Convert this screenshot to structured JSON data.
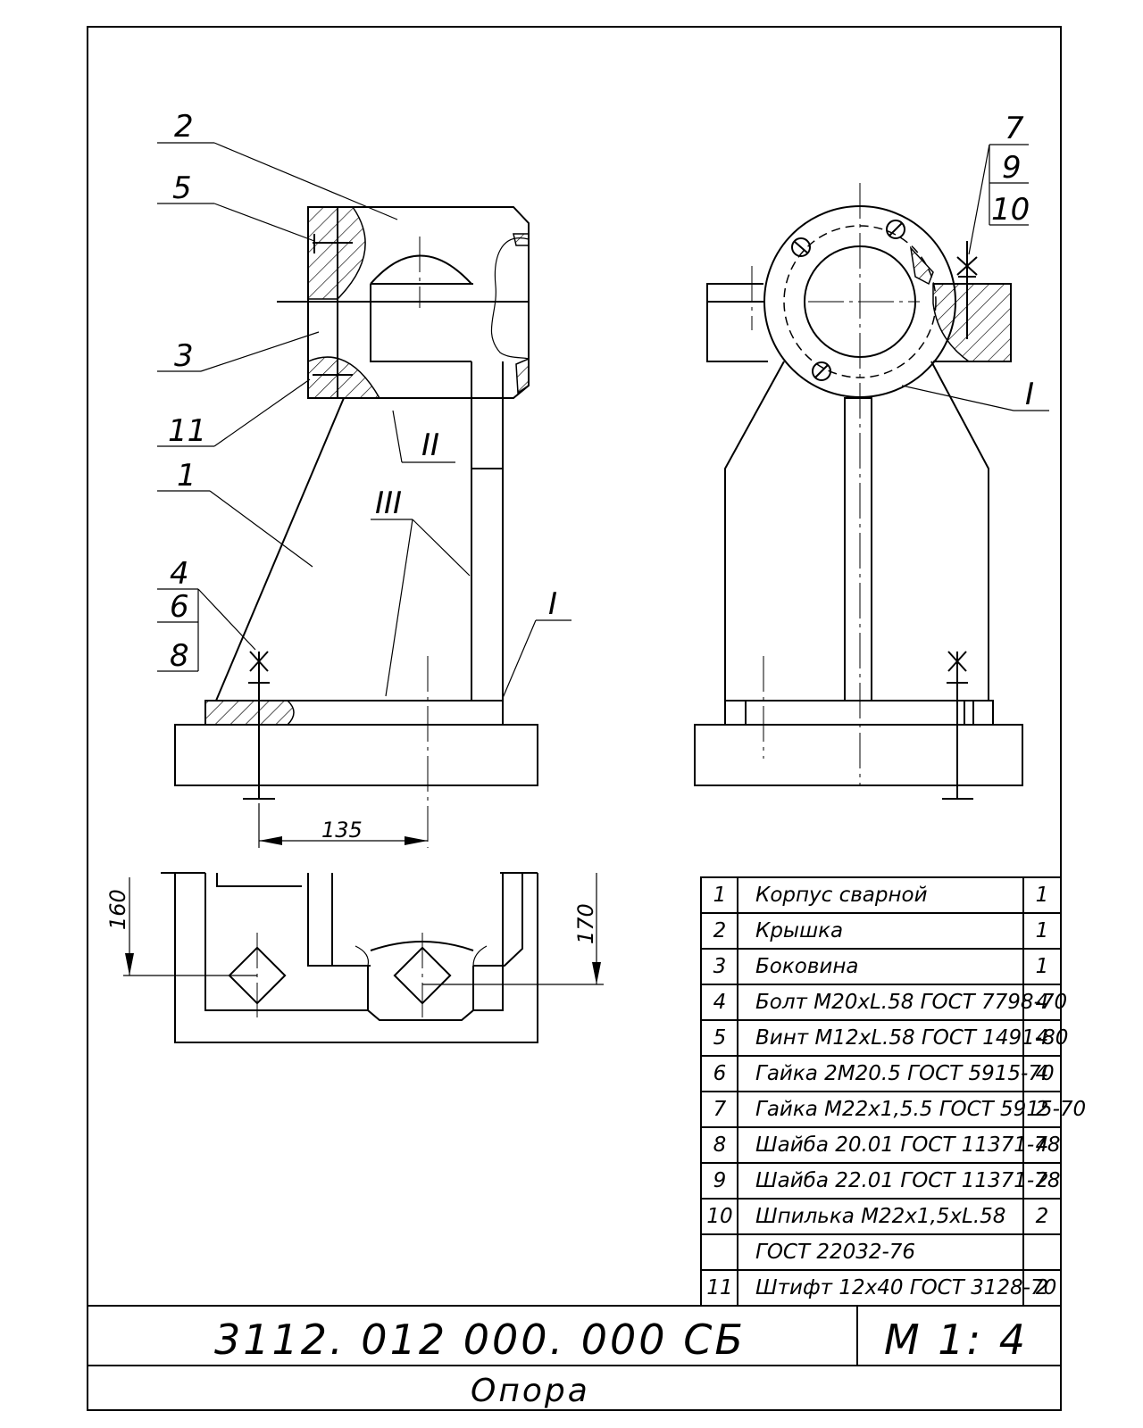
{
  "views": {
    "front": {
      "labels": {
        "p2": "2",
        "p5": "5",
        "p3": "3",
        "p11": "11",
        "p1": "1",
        "p4": "4",
        "p6": "6",
        "p8": "8",
        "weld1": "I",
        "weld2": "II",
        "weld3": "III"
      },
      "dimension": "135"
    },
    "side": {
      "labels": {
        "p7": "7",
        "p9": "9",
        "p10": "10",
        "weld1": "I"
      }
    },
    "bottom": {
      "dim_left": "160",
      "dim_right": "170"
    }
  },
  "bom": {
    "rows": [
      {
        "pos": "1",
        "name": "Корпус сварной",
        "qty": "1"
      },
      {
        "pos": "2",
        "name": "Крышка",
        "qty": "1"
      },
      {
        "pos": "3",
        "name": "Боковина",
        "qty": "1"
      },
      {
        "pos": "4",
        "name": "Болт М20хL.58 ГОСТ 7798-70",
        "qty": "4"
      },
      {
        "pos": "5",
        "name": "Винт М12хL.58 ГОСТ 1491-80",
        "qty": "4"
      },
      {
        "pos": "6",
        "name": "Гайка 2М20.5 ГОСТ 5915-70",
        "qty": "4"
      },
      {
        "pos": "7",
        "name": "Гайка М22х1,5.5 ГОСТ 5915-70",
        "qty": "2"
      },
      {
        "pos": "8",
        "name": "Шайба 20.01 ГОСТ 11371-78",
        "qty": "4"
      },
      {
        "pos": "9",
        "name": "Шайба 22.01 ГОСТ 11371-78",
        "qty": "2"
      },
      {
        "pos": "10",
        "name": "Шпилька М22х1,5хL.58",
        "qty": "2"
      },
      {
        "pos": "",
        "name": "ГОСТ 22032-76",
        "qty": ""
      },
      {
        "pos": "11",
        "name": "Штифт 12х40 ГОСТ 3128-70",
        "qty": "2"
      }
    ]
  },
  "title_block": {
    "designation": "3112. 012 000. 000 СБ",
    "scale": "М 1: 4",
    "name": "Опора"
  }
}
